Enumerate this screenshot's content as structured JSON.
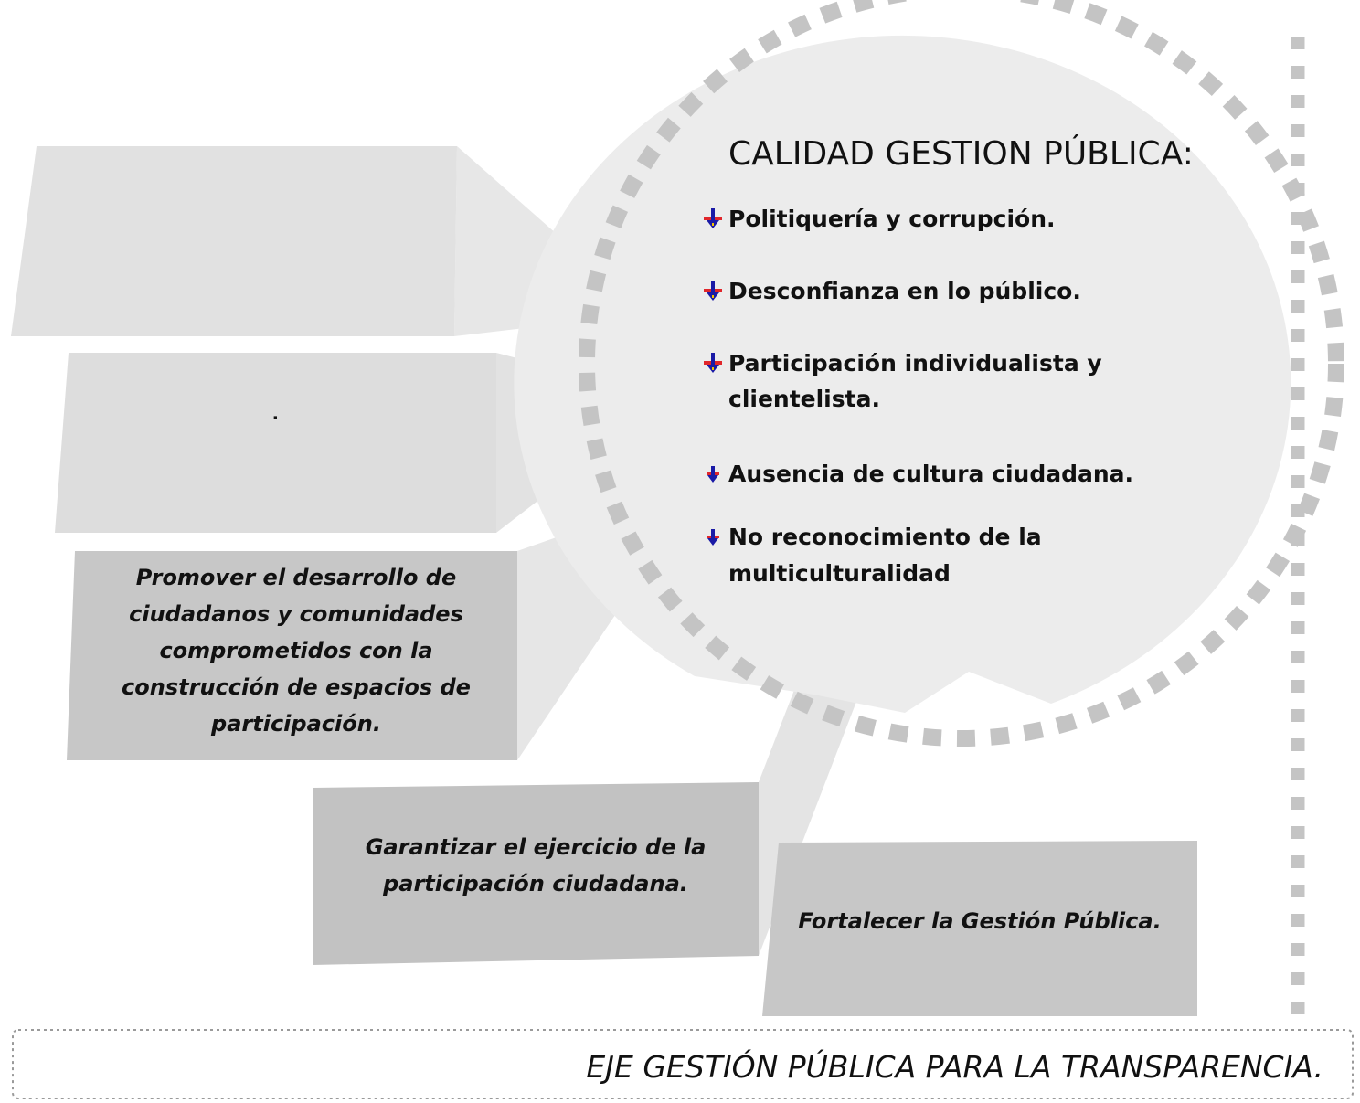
{
  "circle": {
    "title": "CALIDAD GESTION PÚBLICA:",
    "items": [
      "Politiquería y corrupción.",
      "Desconfianza en lo público.",
      "Participación individualista y",
      "clientelista.",
      "Ausencia de cultura ciudadana.",
      "No reconocimiento de la",
      "multiculturalidad"
    ]
  },
  "boxes": {
    "box2_text": ".",
    "box3_lines": [
      "Promover el desarrollo de",
      "ciudadanos y comunidades",
      "comprometidos con la",
      "construcción de espacios de",
      "participación."
    ],
    "box4_lines": [
      "Garantizar el ejercicio de la",
      "participación ciudadana."
    ],
    "box5_text": "Fortalecer la Gestión Pública."
  },
  "footer": {
    "label": "EJE GESTIÓN PÚBLICA PARA LA TRANSPARENCIA."
  },
  "colors": {
    "box_light": "#e3e3e3",
    "box_mid": "#cfcfcf",
    "box_dark": "#b9b9b9",
    "callout_fill": "#ebebeb",
    "dash_color": "#c4c4c4",
    "bullet_blue": "#1a1aa6",
    "bullet_red": "#e0262b",
    "bullet_yellow": "#f2c200"
  }
}
